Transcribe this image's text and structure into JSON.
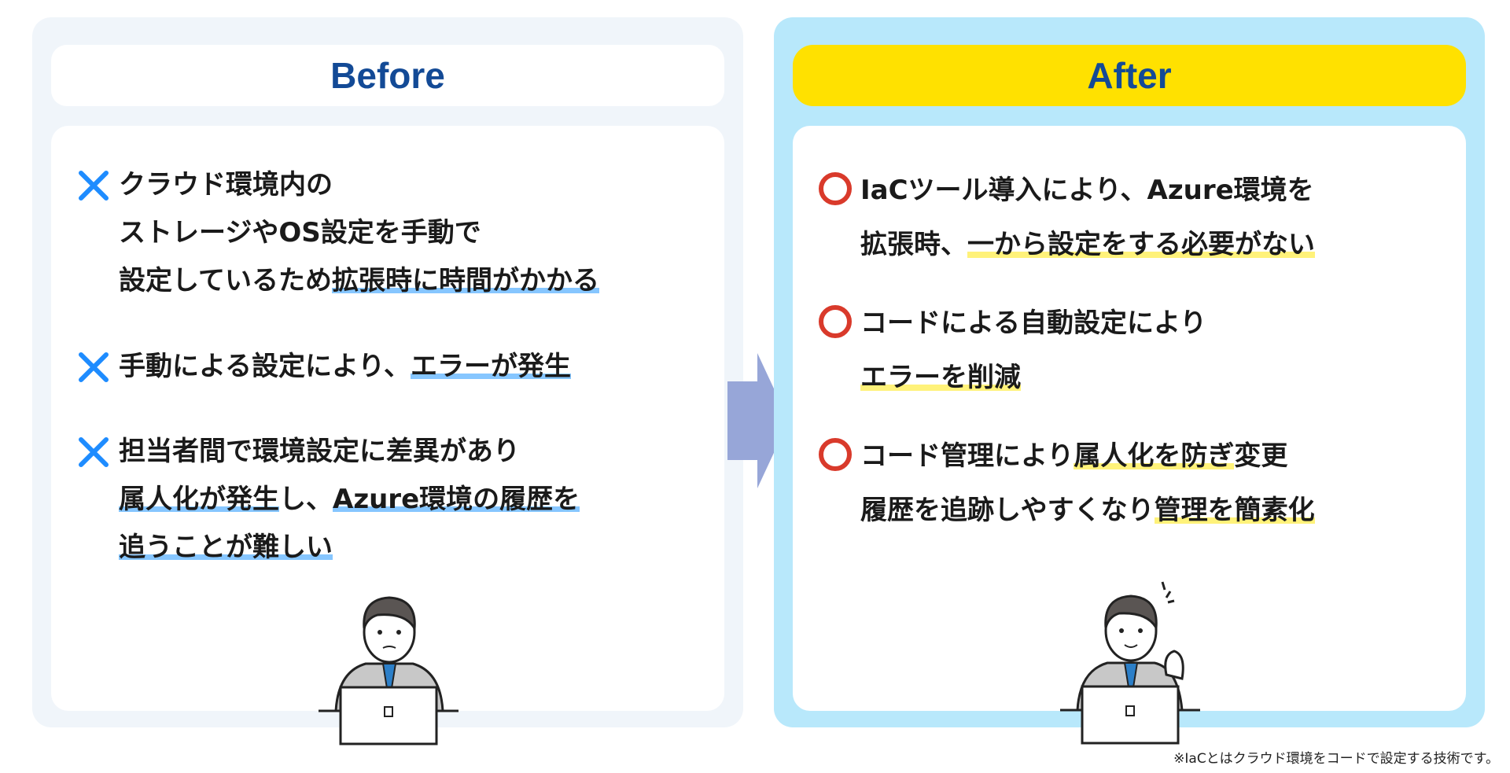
{
  "before": {
    "title": "Before",
    "items": [
      {
        "lines": [
          [
            {
              "t": "クラウド環境内の"
            }
          ],
          [
            {
              "t": "ストレージやOS設定を手動で"
            }
          ],
          [
            {
              "t": "設定しているため"
            },
            {
              "t": "拡張時に時間がかかる",
              "hl": 1
            }
          ]
        ]
      },
      {
        "lines": [
          [
            {
              "t": "手動による設定により、"
            },
            {
              "t": "エラーが発生",
              "hl": 1
            }
          ]
        ]
      },
      {
        "lines": [
          [
            {
              "t": "担当者間で環境設定に差異があり"
            }
          ],
          [
            {
              "t": "属人化が発生",
              "hl": 1
            },
            {
              "t": "し、"
            },
            {
              "t": "Azure環境の履歴を",
              "hl": 1
            }
          ],
          [
            {
              "t": "追うことが難しい",
              "hl": 1
            }
          ]
        ]
      }
    ]
  },
  "after": {
    "title": "After",
    "items": [
      {
        "lines": [
          [
            {
              "t": "IaCツール導入により、Azure環境を"
            }
          ],
          [
            {
              "t": "拡張時、"
            },
            {
              "t": "一から設定をする必要がない",
              "hl": 1
            }
          ]
        ]
      },
      {
        "lines": [
          [
            {
              "t": "コードによる自動設定により"
            }
          ],
          [
            {
              "t": "エラーを削減",
              "hl": 1
            }
          ]
        ]
      },
      {
        "lines": [
          [
            {
              "t": "コード管理により"
            },
            {
              "t": "属人化を防ぎ",
              "hl": 1
            },
            {
              "t": "変更"
            }
          ],
          [
            {
              "t": "履歴を追跡しやすくなり"
            },
            {
              "t": "管理を簡素化",
              "hl": 1
            }
          ]
        ]
      }
    ]
  },
  "footnote": "※IaCとはクラウド環境をコードで設定する技術です。",
  "colors": {
    "cross": "#1e8cff",
    "circle": "#d93a2b",
    "arrow": "#97a6d8"
  }
}
